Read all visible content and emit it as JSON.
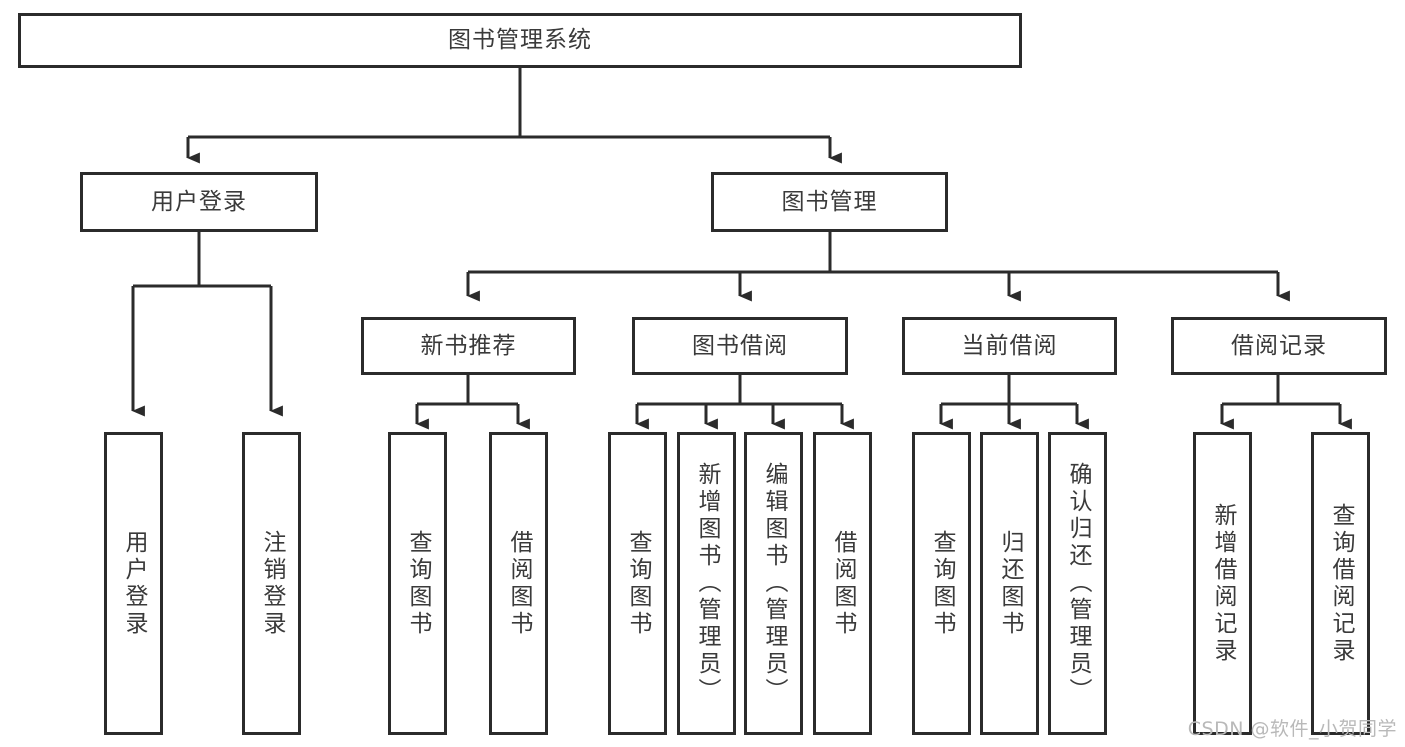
{
  "diagram": {
    "type": "tree-hierarchy",
    "title": "图书管理系统",
    "orientation": "top-down",
    "colors": {
      "stroke": "#2b2b2b",
      "text": "#3a3a3a",
      "background": "#ffffff",
      "watermark": "#b9b9b9"
    },
    "root": {
      "id": "root",
      "label": "图书管理系统"
    },
    "level1": [
      {
        "id": "user-login",
        "label": "用户登录"
      },
      {
        "id": "book-management",
        "label": "图书管理"
      }
    ],
    "level2": [
      {
        "id": "new-book-recommend",
        "label": "新书推荐",
        "parent": "book-management"
      },
      {
        "id": "book-borrow",
        "label": "图书借阅",
        "parent": "book-management"
      },
      {
        "id": "current-borrow",
        "label": "当前借阅",
        "parent": "book-management"
      },
      {
        "id": "borrow-record",
        "label": "借阅记录",
        "parent": "book-management"
      }
    ],
    "leaves": [
      {
        "id": "leaf-user-login",
        "label": "用户登录",
        "parent": "user-login"
      },
      {
        "id": "leaf-logout-login",
        "label": "注销登录",
        "parent": "user-login"
      },
      {
        "id": "leaf-query-book-1",
        "label": "查询图书",
        "parent": "new-book-recommend"
      },
      {
        "id": "leaf-borrow-book-1",
        "label": "借阅图书",
        "parent": "new-book-recommend"
      },
      {
        "id": "leaf-query-book-2",
        "label": "查询图书",
        "parent": "book-borrow"
      },
      {
        "id": "leaf-add-book",
        "label": "新增图书（管理员）",
        "parent": "book-borrow"
      },
      {
        "id": "leaf-edit-book",
        "label": "编辑图书（管理员）",
        "parent": "book-borrow"
      },
      {
        "id": "leaf-borrow-book-2",
        "label": "借阅图书",
        "parent": "book-borrow"
      },
      {
        "id": "leaf-query-book-3",
        "label": "查询图书",
        "parent": "current-borrow"
      },
      {
        "id": "leaf-return-book",
        "label": "归还图书",
        "parent": "current-borrow"
      },
      {
        "id": "leaf-confirm-return",
        "label": "确认归还（管理员）",
        "parent": "current-borrow"
      },
      {
        "id": "leaf-add-record",
        "label": "新增借阅记录",
        "parent": "borrow-record"
      },
      {
        "id": "leaf-query-record",
        "label": "查询借阅记录",
        "parent": "borrow-record"
      }
    ]
  },
  "watermark": {
    "text": "CSDN @软件_小贺同学"
  }
}
